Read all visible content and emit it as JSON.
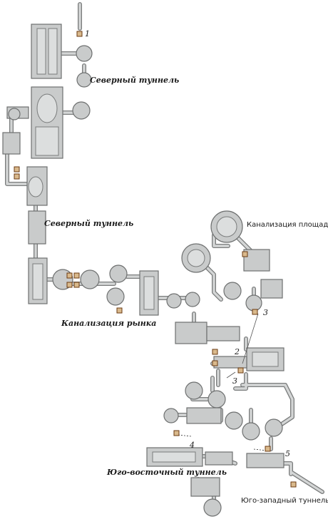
{
  "labels": {
    "north_tunnel_1": "Северный туннель",
    "north_tunnel_2": "Северный туннель",
    "square_sewer": "Канализация площади",
    "market_sewer": "Канализация рынка",
    "southeast_tunnel": "Юго-восточный туннель",
    "southwest_tunnel": "Юго-западный туннель"
  },
  "markers": {
    "m1": "1",
    "m2": "2",
    "m3a": "3",
    "m3b": "3",
    "m4": "4",
    "m5": "5"
  }
}
